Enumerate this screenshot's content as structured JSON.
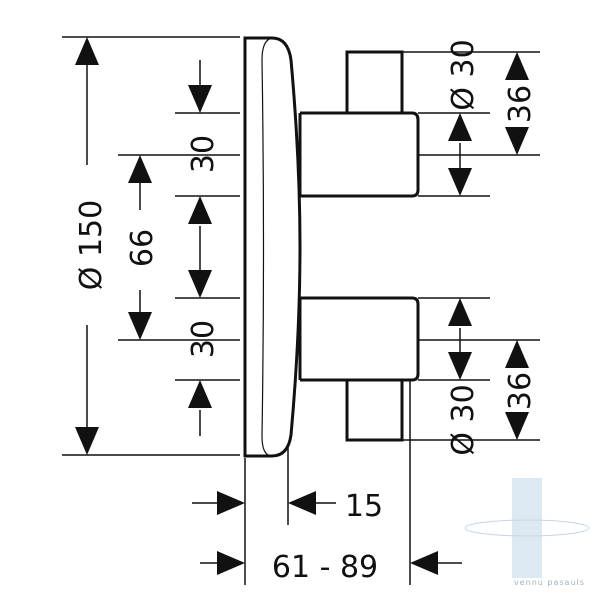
{
  "dimensions": {
    "diameter_overall": "Ø 150",
    "spacing_66": "66",
    "upper_30": "30",
    "lower_30": "30",
    "knob_top_diameter": "Ø 30",
    "knob_top_36": "36",
    "knob_bottom_diameter": "Ø 30",
    "knob_bottom_36": "36",
    "wall_15": "15",
    "depth_range": "61 - 89"
  },
  "watermark": {
    "text": "vennu\npasauls",
    "accent_color": "#cfe0ee"
  }
}
